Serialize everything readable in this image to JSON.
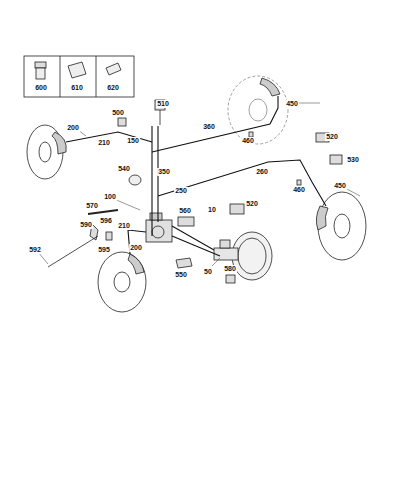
{
  "diagram": {
    "labels": [
      "600",
      "610",
      "620",
      "510",
      "500",
      "450",
      "200",
      "210",
      "150",
      "360",
      "460",
      "520",
      "540",
      "350",
      "530",
      "260",
      "250",
      "460",
      "450",
      "100",
      "570",
      "560",
      "10",
      "520",
      "590",
      "596",
      "210",
      "200",
      "595",
      "592",
      "550",
      "50",
      "580"
    ]
  }
}
